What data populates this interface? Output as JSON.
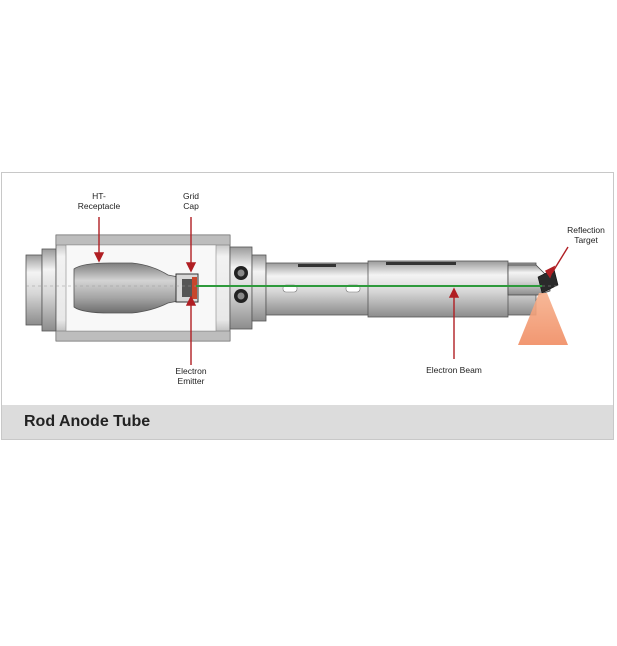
{
  "title": "Rod Anode Tube",
  "labels": {
    "ht_receptacle": [
      "HT-",
      "Receptacle"
    ],
    "grid_cap": [
      "Grid",
      "Cap"
    ],
    "electron_emitter": [
      "Electron",
      "Emitter"
    ],
    "electron_beam": "Electron Beam",
    "reflection_target": [
      "Reflection",
      "Target"
    ]
  },
  "colors": {
    "pointer": "#b01e23",
    "beam": "#2e9a3c",
    "xray_cone": "#f4a57e",
    "caption_bar": "#dcdcdc"
  }
}
